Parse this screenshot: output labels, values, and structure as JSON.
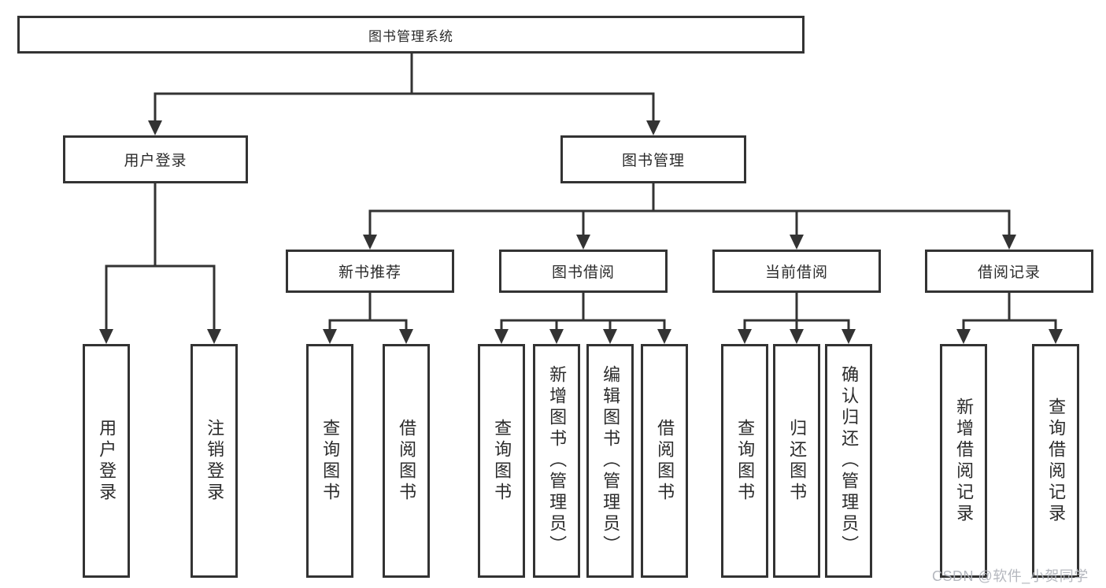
{
  "nodes": {
    "root": "图书管理系统",
    "user_login": "用户登录",
    "book_management": "图书管理",
    "new_book_recommendation": "新书推荐",
    "book_borrowing": "图书借阅",
    "current_borrowing": "当前借阅",
    "borrowing_records": "借阅记录",
    "leaf_user_login": "用户登录",
    "leaf_logout": "注销登录",
    "leaf_nb_query_books": "查询图书",
    "leaf_nb_borrow_books": "借阅图书",
    "leaf_bb_query_books": "查询图书",
    "leaf_bb_add_books": "新增图书（管理员）",
    "leaf_bb_edit_books": "编辑图书（管理员）",
    "leaf_bb_borrow_books": "借阅图书",
    "leaf_cb_query_books": "查询图书",
    "leaf_cb_return_books": "归还图书",
    "leaf_cb_confirm_return": "确认归还（管理员）",
    "leaf_br_add_record": "新增借阅记录",
    "leaf_br_query_record": "查询借阅记录"
  },
  "hierarchy": {
    "图书管理系统": {
      "用户登录": [
        "用户登录",
        "注销登录"
      ],
      "图书管理": {
        "新书推荐": [
          "查询图书",
          "借阅图书"
        ],
        "图书借阅": [
          "查询图书",
          "新增图书（管理员）",
          "编辑图书（管理员）",
          "借阅图书"
        ],
        "当前借阅": [
          "查询图书",
          "归还图书",
          "确认归还（管理员）"
        ],
        "借阅记录": [
          "新增借阅记录",
          "查询借阅记录"
        ]
      }
    }
  },
  "watermark": "CSDN @软件_小贺同学",
  "colors": {
    "line": "#333333",
    "box_border": "#333333",
    "text": "#2b2b2b",
    "background": "#ffffff",
    "watermark": "#b0b3ba"
  }
}
